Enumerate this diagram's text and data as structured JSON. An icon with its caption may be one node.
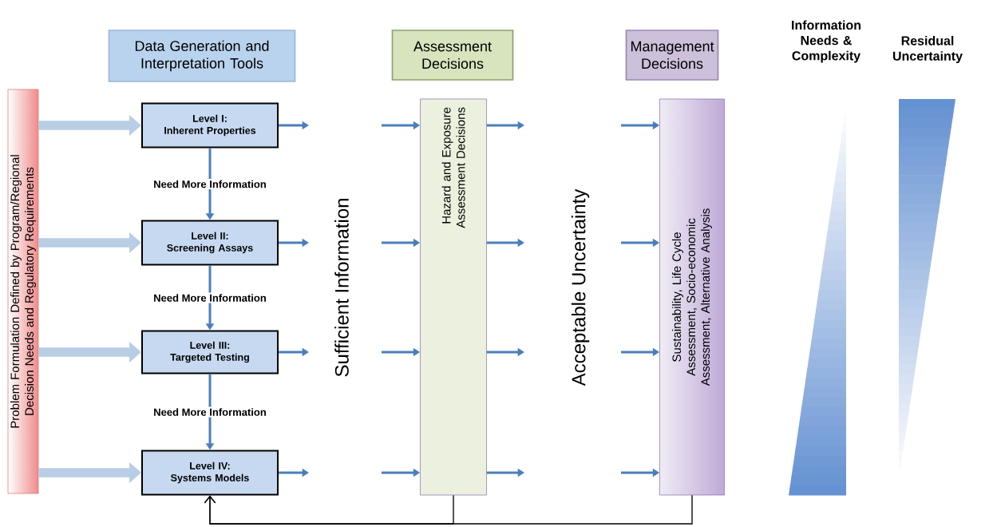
{
  "diagram": {
    "nodes": [
      {
        "text": [
          "Problem Formulation Defined by Program/Regional Decision Needs and Regulatory Requirements"
        ]
      },
      {
        "text": [
          "Data Generation and Interpretation Tools"
        ]
      },
      {
        "text": [
          "Assessment Decisions"
        ]
      },
      {
        "text": [
          "Management Decisions"
        ]
      },
      {
        "text": [
          "Information Needs & Complexity"
        ]
      },
      {
        "text": [
          "Residual Uncertainty"
        ]
      },
      {
        "text": [
          "Level I:",
          "Inherent Properties"
        ]
      },
      {
        "text": [
          "Level II:",
          "Screening Assays"
        ]
      },
      {
        "text": [
          "Level III:",
          "Targeted Testing"
        ]
      },
      {
        "text": [
          "Level IV:",
          "Systems Models"
        ]
      },
      {
        "text": [
          "Hazard and Exposure Assessment Decisions"
        ]
      },
      {
        "text": [
          "Sustainability, Life Cycle Assessment, Socio-economic Assessment, Alternative Analysis"
        ]
      }
    ],
    "edges": [
      {
        "from": 0,
        "to": 6,
        "arrow": "to",
        "style": "thick",
        "color": "#b9cde5"
      },
      {
        "from": 0,
        "to": 7,
        "arrow": "to",
        "style": "thick",
        "color": "#b9cde5"
      },
      {
        "from": 0,
        "to": 8,
        "arrow": "to",
        "style": "thick",
        "color": "#b9cde5"
      },
      {
        "from": 0,
        "to": 9,
        "arrow": "to",
        "style": "thick",
        "color": "#b9cde5"
      },
      {
        "from": 6,
        "to": 7,
        "arrow": "to",
        "label": "Need More Information"
      },
      {
        "from": 7,
        "to": 8,
        "arrow": "to",
        "label": "Need More Information"
      },
      {
        "from": 8,
        "to": 9,
        "arrow": "to",
        "label": "Need More Information"
      },
      {
        "from": 6,
        "to": null,
        "arrow": "to"
      },
      {
        "from": 7,
        "to": null,
        "arrow": "to"
      },
      {
        "from": 8,
        "to": null,
        "arrow": "to"
      },
      {
        "from": 9,
        "to": null,
        "arrow": "to"
      },
      {
        "from": null,
        "to": 10,
        "arrow": "to"
      },
      {
        "from": null,
        "to": 10,
        "arrow": "to"
      },
      {
        "from": null,
        "to": 10,
        "arrow": "to"
      },
      {
        "from": null,
        "to": 10,
        "arrow": "to"
      },
      {
        "from": 10,
        "to": null,
        "arrow": "to"
      },
      {
        "from": 10,
        "to": null,
        "arrow": "to"
      },
      {
        "from": 10,
        "to": null,
        "arrow": "to"
      },
      {
        "from": 10,
        "to": null,
        "arrow": "to"
      },
      {
        "from": null,
        "to": 11,
        "arrow": "to"
      },
      {
        "from": null,
        "to": 11,
        "arrow": "to"
      },
      {
        "from": null,
        "to": 11,
        "arrow": "to"
      },
      {
        "from": null,
        "to": 11,
        "arrow": "to"
      },
      {
        "from": 10,
        "to": 9,
        "arrow": "to",
        "color": "#000000"
      },
      {
        "from": 11,
        "to": 9,
        "arrow": "to",
        "color": "#000000"
      }
    ],
    "labels": [
      "Sufficient Information",
      "Acceptable Uncertainty"
    ]
  }
}
